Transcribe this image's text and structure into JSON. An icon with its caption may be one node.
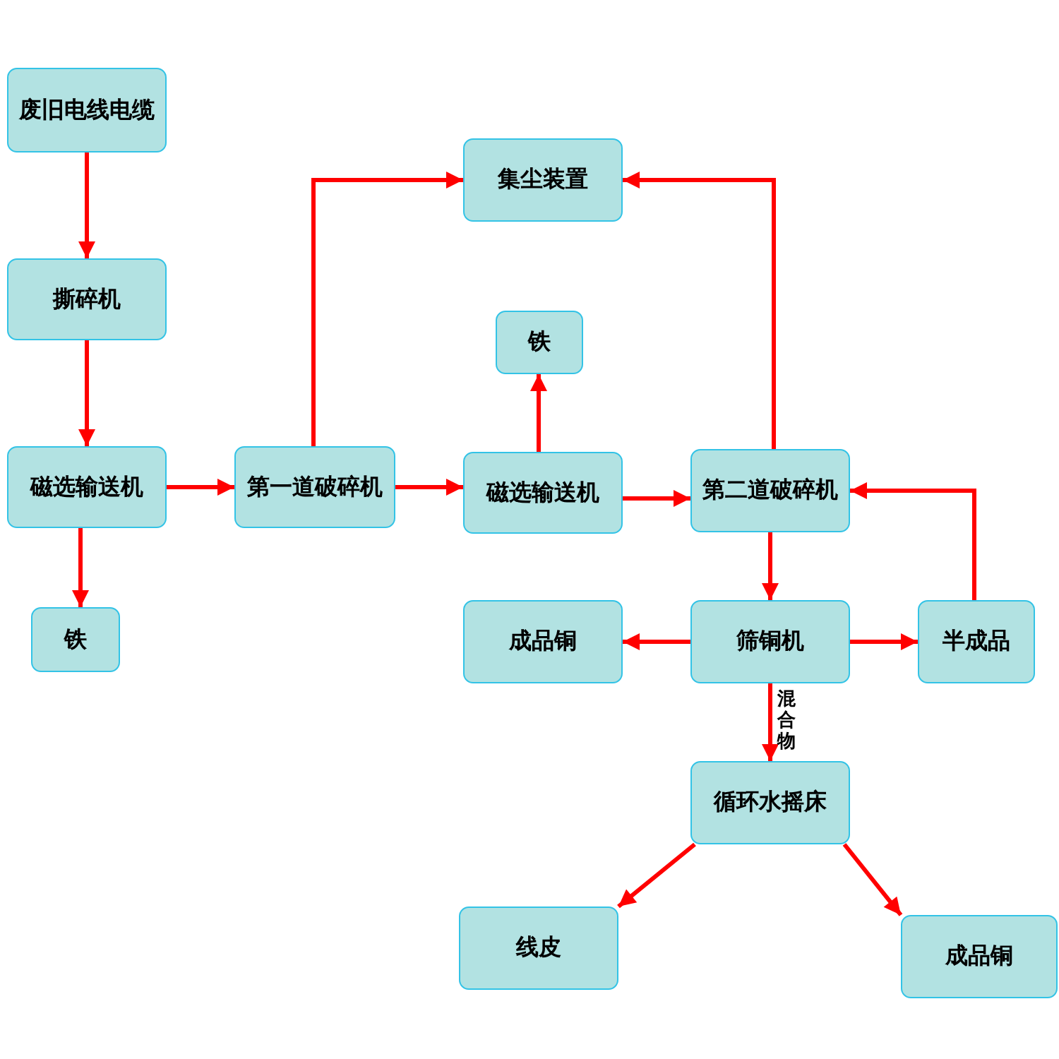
{
  "diagram": {
    "nodes": [
      {
        "text": [
          "废旧电线电缆"
        ]
      },
      {
        "text": [
          "撕碎机"
        ]
      },
      {
        "text": [
          "磁选输送机"
        ]
      },
      {
        "text": [
          "铁"
        ]
      },
      {
        "text": [
          "第一道破碎机"
        ]
      },
      {
        "text": [
          "集尘装置"
        ]
      },
      {
        "text": [
          "铁"
        ]
      },
      {
        "text": [
          "磁选输送机"
        ]
      },
      {
        "text": [
          "第二道破碎机"
        ]
      },
      {
        "text": [
          "成品铜"
        ]
      },
      {
        "text": [
          "筛铜机"
        ]
      },
      {
        "text": [
          "半成品"
        ]
      },
      {
        "text": [
          "循环水摇床"
        ]
      },
      {
        "text": [
          "线皮"
        ]
      },
      {
        "text": [
          "成品铜"
        ]
      }
    ],
    "edges": [
      {
        "from": 0,
        "to": 1,
        "arrow": "to"
      },
      {
        "from": 1,
        "to": 2,
        "arrow": "to"
      },
      {
        "from": 2,
        "to": 3,
        "arrow": "to"
      },
      {
        "from": 2,
        "to": 4,
        "arrow": "to"
      },
      {
        "from": 4,
        "to": 5,
        "arrow": "to"
      },
      {
        "from": 4,
        "to": 7,
        "arrow": "to"
      },
      {
        "from": 7,
        "to": 6,
        "arrow": "to"
      },
      {
        "from": 7,
        "to": 8,
        "arrow": "to"
      },
      {
        "from": 8,
        "to": 5,
        "arrow": "to"
      },
      {
        "from": 8,
        "to": 10,
        "arrow": "to"
      },
      {
        "from": 10,
        "to": 9,
        "arrow": "to"
      },
      {
        "from": 10,
        "to": 11,
        "arrow": "to"
      },
      {
        "from": 11,
        "to": 8,
        "arrow": "to"
      },
      {
        "from": 10,
        "to": 12,
        "arrow": "to",
        "label": "混合物"
      },
      {
        "from": 12,
        "to": 13,
        "arrow": "to"
      },
      {
        "from": 12,
        "to": 14,
        "arrow": "to"
      }
    ]
  }
}
